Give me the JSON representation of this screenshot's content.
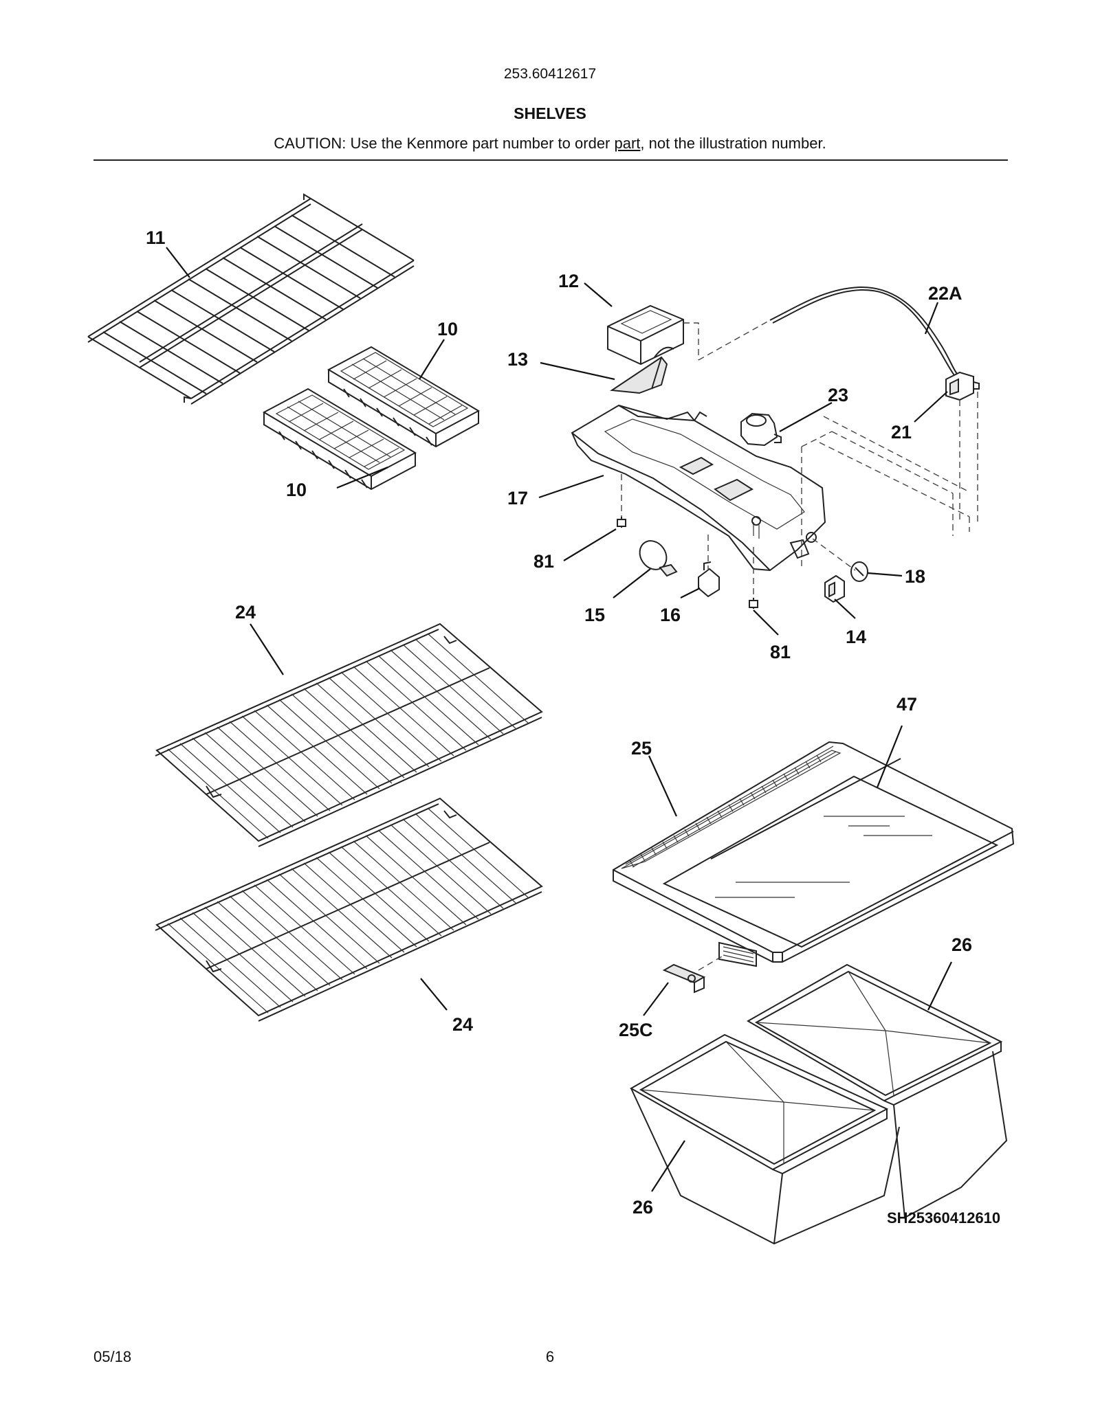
{
  "header": {
    "model_number": "253.60412617",
    "section_title": "SHELVES",
    "caution_prefix": "CAUTION: Use the Kenmore part number to order ",
    "caution_underlined": "part",
    "caution_suffix": ", not the illustration number."
  },
  "diagram": {
    "callouts": {
      "c11": "11",
      "c10_top": "10",
      "c10_bottom": "10",
      "c12": "12",
      "c13": "13",
      "c17": "17",
      "c81_left": "81",
      "c81_right": "81",
      "c15": "15",
      "c16": "16",
      "c14": "14",
      "c18": "18",
      "c23": "23",
      "c21": "21",
      "c22A": "22A",
      "c24_top": "24",
      "c24_bottom": "24",
      "c25": "25",
      "c47": "47",
      "c25C": "25C",
      "c26_top": "26",
      "c26_bottom": "26"
    },
    "drawing_code": "SH25360412610"
  },
  "footer": {
    "date": "05/18",
    "page_number": "6"
  }
}
